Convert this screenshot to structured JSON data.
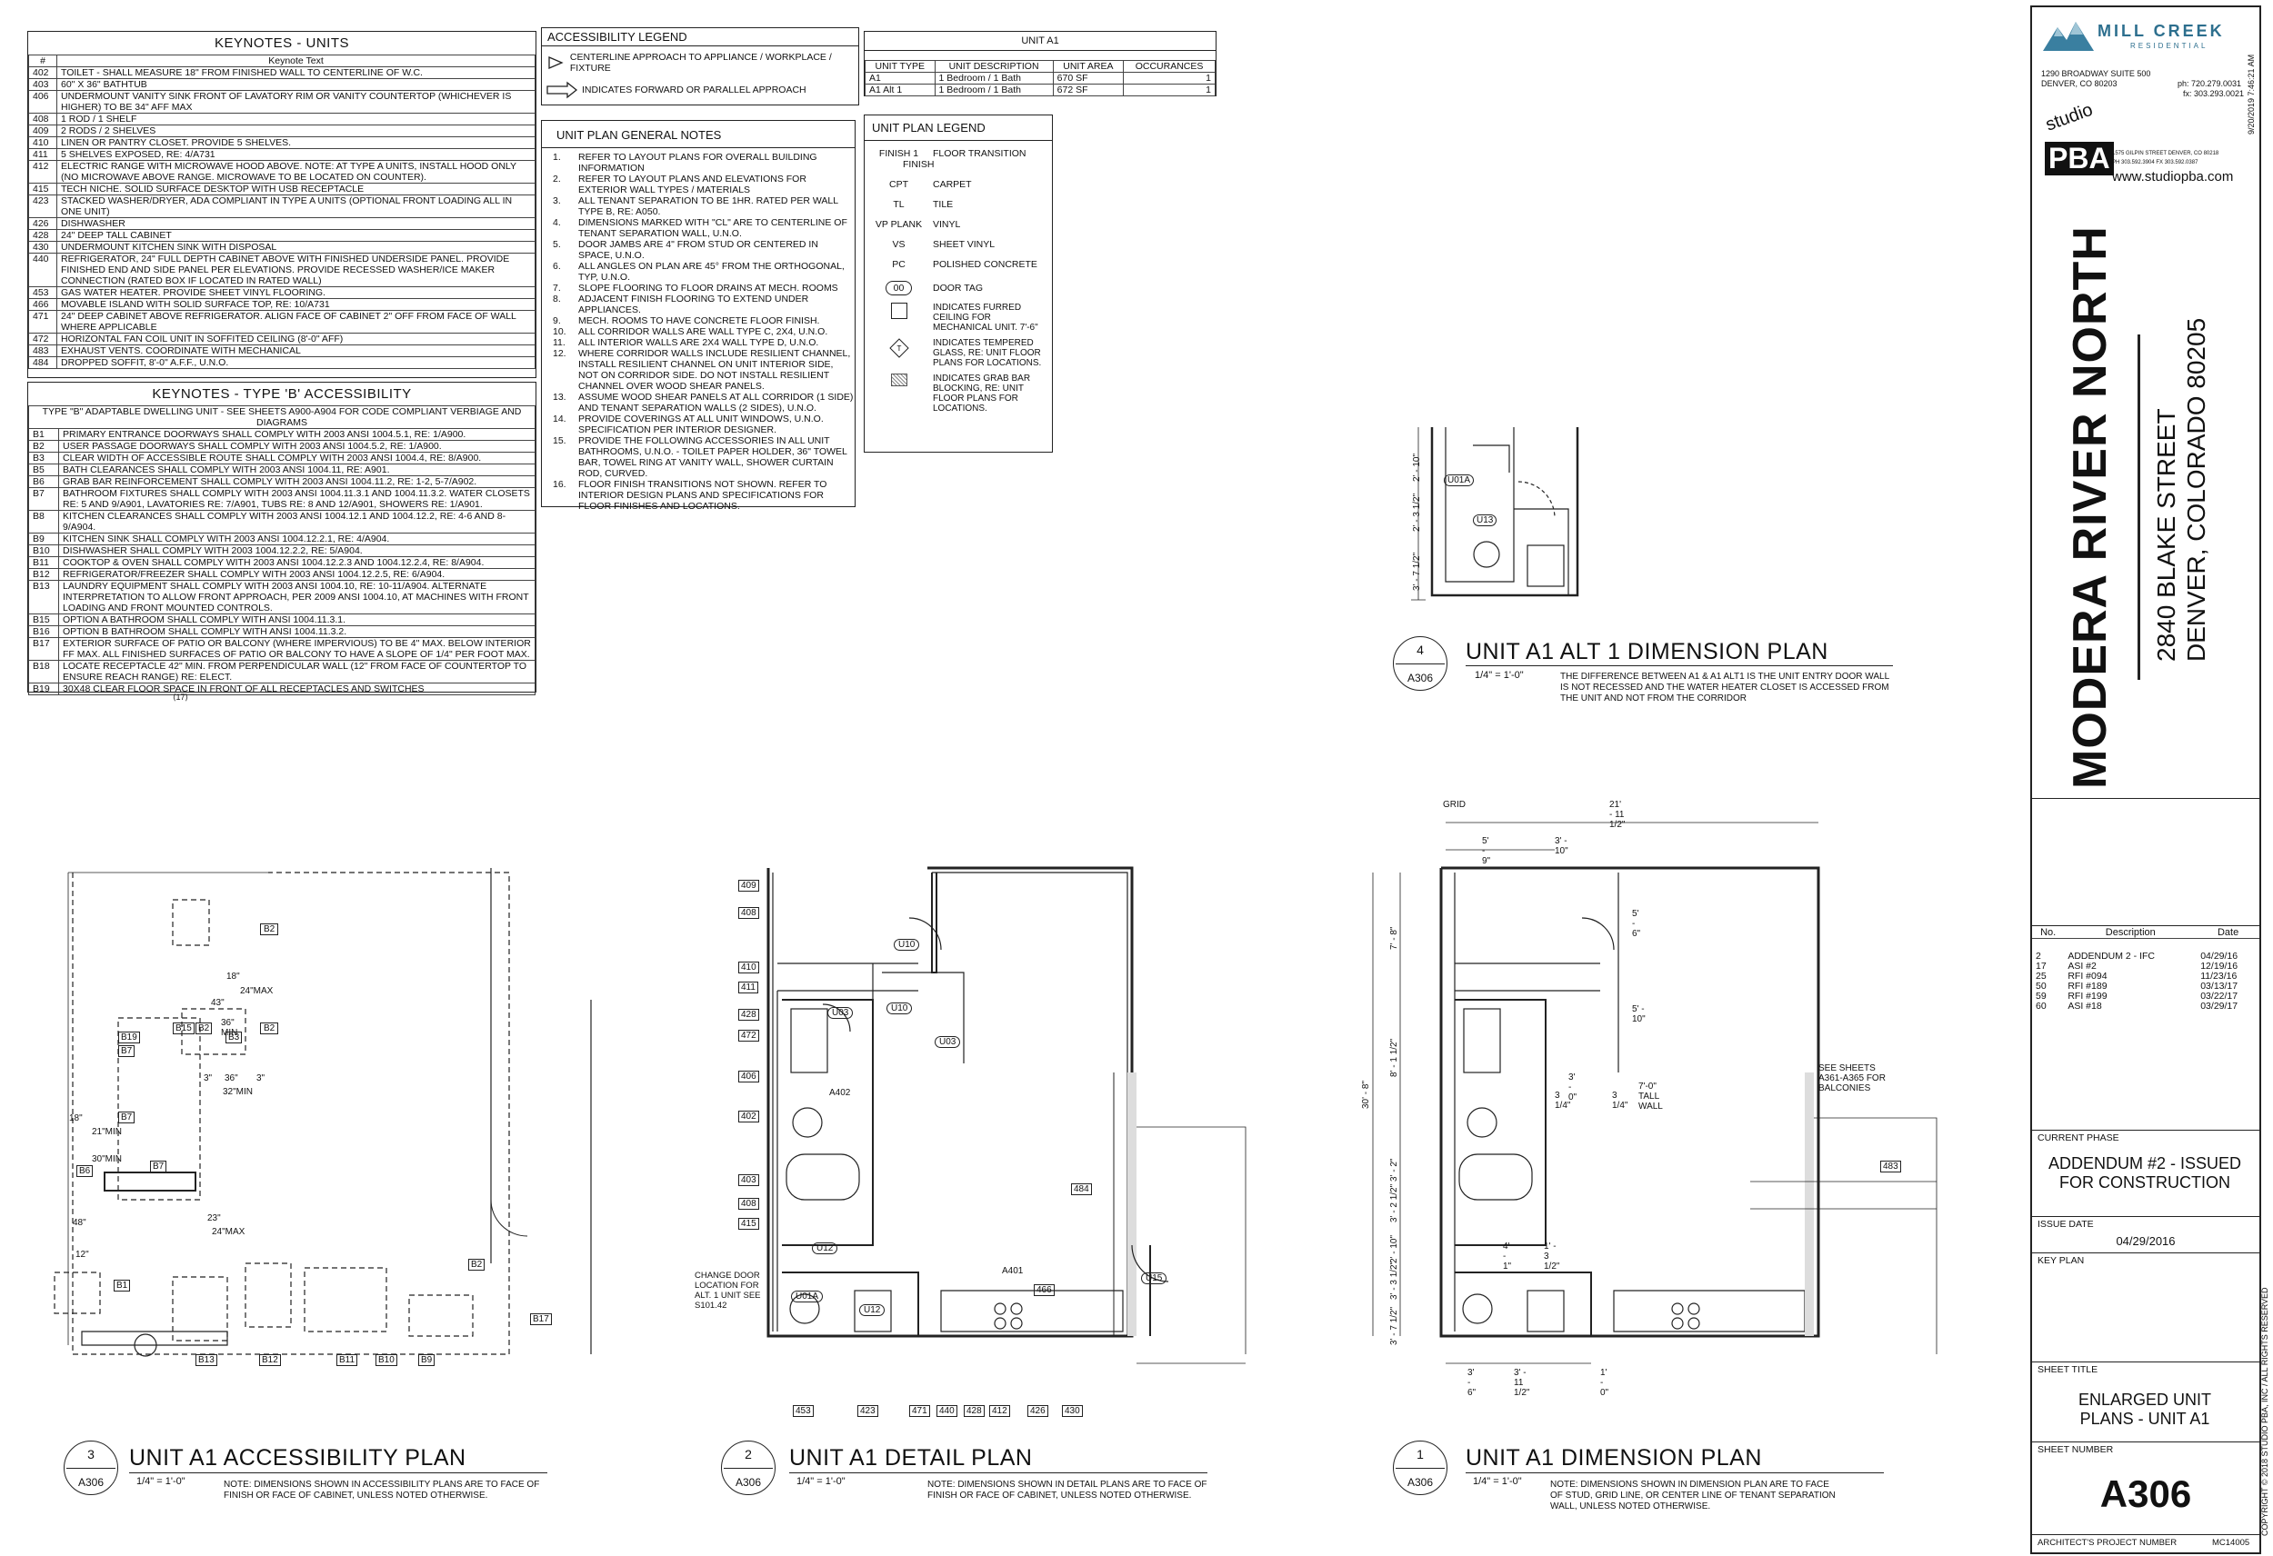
{
  "keynotes_units": {
    "title": "KEYNOTES - UNITS",
    "col_num": "#",
    "col_text": "Keynote Text",
    "rows": [
      {
        "n": "402",
        "t": "TOILET - SHALL MEASURE 18\" FROM FINISHED WALL TO CENTERLINE OF W.C."
      },
      {
        "n": "403",
        "t": "60\" X 36\" BATHTUB"
      },
      {
        "n": "406",
        "t": "UNDERMOUNT VANITY SINK FRONT OF LAVATORY RIM OR VANITY COUNTERTOP (WHICHEVER IS HIGHER) TO BE 34\" AFF MAX"
      },
      {
        "n": "408",
        "t": "1 ROD / 1 SHELF"
      },
      {
        "n": "409",
        "t": "2 RODS / 2 SHELVES"
      },
      {
        "n": "410",
        "t": "LINEN OR PANTRY CLOSET. PROVIDE 5 SHELVES."
      },
      {
        "n": "411",
        "t": "5 SHELVES EXPOSED, RE: 4/A731"
      },
      {
        "n": "412",
        "t": "ELECTRIC RANGE WITH MICROWAVE HOOD ABOVE. NOTE: AT TYPE A UNITS, INSTALL HOOD ONLY (NO MICROWAVE ABOVE RANGE. MICROWAVE TO BE LOCATED ON COUNTER)."
      },
      {
        "n": "415",
        "t": "TECH NICHE. SOLID SURFACE DESKTOP WITH USB RECEPTACLE"
      },
      {
        "n": "423",
        "t": "STACKED WASHER/DRYER, ADA COMPLIANT IN TYPE A UNITS (OPTIONAL FRONT LOADING ALL IN ONE UNIT)"
      },
      {
        "n": "426",
        "t": "DISHWASHER"
      },
      {
        "n": "428",
        "t": "24\" DEEP TALL CABINET"
      },
      {
        "n": "430",
        "t": "UNDERMOUNT KITCHEN SINK WITH DISPOSAL"
      },
      {
        "n": "440",
        "t": "REFRIGERATOR, 24\" FULL DEPTH CABINET ABOVE WITH FINISHED UNDERSIDE PANEL. PROVIDE FINISHED END AND SIDE PANEL PER ELEVATIONS. PROVIDE RECESSED WASHER/ICE MAKER CONNECTION (RATED BOX IF LOCATED IN RATED WALL)"
      },
      {
        "n": "453",
        "t": "GAS WATER HEATER. PROVIDE SHEET VINYL FLOORING."
      },
      {
        "n": "466",
        "t": "MOVABLE ISLAND WITH SOLID SURFACE TOP, RE: 10/A731"
      },
      {
        "n": "471",
        "t": "24\" DEEP CABINET ABOVE REFRIGERATOR. ALIGN FACE OF CABINET 2\" OFF FROM FACE OF WALL WHERE APPLICABLE"
      },
      {
        "n": "472",
        "t": "HORIZONTAL FAN COIL UNIT IN SOFFITED CEILING (8'-0\" AFF)"
      },
      {
        "n": "483",
        "t": "EXHAUST VENTS. COORDINATE WITH MECHANICAL"
      },
      {
        "n": "484",
        "t": "DROPPED SOFFIT, 8'-0\" A.F.F., U.N.O."
      }
    ]
  },
  "keynotes_b": {
    "title": "KEYNOTES - TYPE 'B' ACCESSIBILITY",
    "intro": "TYPE \"B\" ADAPTABLE DWELLING UNIT - SEE SHEETS A900-A904 FOR CODE COMPLIANT VERBIAGE AND DIAGRAMS",
    "rows": [
      {
        "n": "B1",
        "t": "PRIMARY ENTRANCE DOORWAYS SHALL COMPLY WITH 2003 ANSI 1004.5.1, RE: 1/A900."
      },
      {
        "n": "B2",
        "t": "USER PASSAGE DOORWAYS SHALL COMPLY WITH 2003 ANSI 1004.5.2, RE: 1/A900."
      },
      {
        "n": "B3",
        "t": "CLEAR WIDTH OF ACCESSIBLE ROUTE SHALL COMPLY WITH 2003 ANSI 1004.4, RE: 8/A900."
      },
      {
        "n": "B5",
        "t": "BATH CLEARANCES SHALL COMPLY WITH 2003 ANSI 1004.11, RE: A901."
      },
      {
        "n": "B6",
        "t": "GRAB BAR REINFORCEMENT SHALL COMPLY WITH 2003 ANSI 1004.11.2, RE: 1-2, 5-7/A902."
      },
      {
        "n": "B7",
        "t": "BATHROOM FIXTURES SHALL COMPLY WITH 2003 ANSI 1004.11.3.1 AND 1004.11.3.2. WATER CLOSETS RE: 5 AND 9/A901, LAVATORIES RE: 7/A901, TUBS RE: 8 AND 12/A901, SHOWERS RE: 1/A901."
      },
      {
        "n": "B8",
        "t": "KITCHEN CLEARANCES SHALL COMPLY WITH 2003 ANSI 1004.12.1 AND 1004.12.2, RE: 4-6 AND 8-9/A904."
      },
      {
        "n": "B9",
        "t": "KITCHEN SINK SHALL COMPLY WITH 2003 ANSI 1004.12.2.1, RE: 4/A904."
      },
      {
        "n": "B10",
        "t": "DISHWASHER SHALL COMPLY WITH 2003 1004.12.2.2, RE: 5/A904."
      },
      {
        "n": "B11",
        "t": "COOKTOP & OVEN SHALL COMPLY WITH 2003 ANSI 1004.12.2.3 AND 1004.12.2.4, RE: 8/A904."
      },
      {
        "n": "B12",
        "t": "REFRIGERATOR/FREEZER SHALL COMPLY WITH 2003 ANSI 1004.12.2.5, RE: 6/A904."
      },
      {
        "n": "B13",
        "t": "LAUNDRY EQUIPMENT SHALL COMPLY WITH 2003 ANSI 1004.10, RE: 10-11/A904. ALTERNATE INTERPRETATION TO ALLOW FRONT APPROACH, PER 2009 ANSI 1004.10, AT MACHINES WITH FRONT LOADING AND FRONT MOUNTED CONTROLS."
      },
      {
        "n": "B15",
        "t": "OPTION A BATHROOM SHALL COMPLY WITH ANSI 1004.11.3.1."
      },
      {
        "n": "B16",
        "t": "OPTION B BATHROOM SHALL COMPLY WITH ANSI 1004.11.3.2."
      },
      {
        "n": "B17",
        "t": "EXTERIOR SURFACE OF PATIO OR BALCONY (WHERE IMPERVIOUS) TO BE 4\" MAX. BELOW INTERIOR FF MAX. ALL FINISHED SURFACES OF PATIO OR BALCONY TO HAVE A SLOPE OF 1/4\" PER FOOT MAX."
      },
      {
        "n": "B18",
        "t": "LOCATE RECEPTACLE 42\" MIN. FROM PERPENDICULAR WALL (12\" FROM FACE OF COUNTERTOP TO ENSURE REACH RANGE) RE: ELECT."
      },
      {
        "n": "B19",
        "t": "30X48 CLEAR FLOOR SPACE IN FRONT OF ALL RECEPTACLES AND SWITCHES"
      }
    ]
  },
  "accessibility_legend": {
    "title": "ACCESSIBILITY LEGEND",
    "item1": "CENTERLINE APPROACH TO APPLIANCE / WORKPLACE / FIXTURE",
    "item2": "INDICATES FORWARD OR PARALLEL APPROACH"
  },
  "general_notes": {
    "title": "UNIT PLAN GENERAL NOTES",
    "items": [
      {
        "n": "1.",
        "t": "REFER TO LAYOUT PLANS FOR OVERALL BUILDING INFORMATION"
      },
      {
        "n": "2.",
        "t": "REFER TO LAYOUT PLANS AND ELEVATIONS FOR EXTERIOR WALL TYPES / MATERIALS"
      },
      {
        "n": "3.",
        "t": "ALL TENANT SEPARATION TO BE 1HR. RATED PER WALL TYPE B, RE: A050."
      },
      {
        "n": "4.",
        "t": "DIMENSIONS MARKED WITH \"CL\" ARE TO CENTERLINE OF TENANT SEPARATION WALL, U.N.O."
      },
      {
        "n": "5.",
        "t": "DOOR JAMBS ARE 4\" FROM STUD OR CENTERED IN SPACE, U.N.O."
      },
      {
        "n": "6.",
        "t": "ALL ANGLES ON PLAN ARE 45° FROM THE ORTHOGONAL, TYP, U.N.O."
      },
      {
        "n": "7.",
        "t": "SLOPE FLOORING TO FLOOR DRAINS AT MECH. ROOMS"
      },
      {
        "n": "8.",
        "t": "ADJACENT FINISH FLOORING TO EXTEND UNDER APPLIANCES."
      },
      {
        "n": "9.",
        "t": "MECH. ROOMS TO HAVE CONCRETE FLOOR FINISH."
      },
      {
        "n": "10.",
        "t": "ALL CORRIDOR WALLS ARE WALL TYPE C, 2X4, U.N.O."
      },
      {
        "n": "11.",
        "t": "ALL INTERIOR WALLS ARE 2X4 WALL TYPE D, U.N.O."
      },
      {
        "n": "12.",
        "t": "WHERE CORRIDOR WALLS INCLUDE RESILIENT CHANNEL, INSTALL RESILIENT CHANNEL ON UNIT INTERIOR SIDE, NOT ON CORRIDOR SIDE. DO NOT INSTALL RESILIENT CHANNEL OVER WOOD SHEAR PANELS."
      },
      {
        "n": "13.",
        "t": "ASSUME WOOD SHEAR PANELS AT ALL CORRIDOR (1 SIDE) AND TENANT SEPARATION WALLS (2 SIDES), U.N.O."
      },
      {
        "n": "14.",
        "t": "PROVIDE COVERINGS AT ALL UNIT WINDOWS, U.N.O. SPECIFICATION PER INTERIOR DESIGNER."
      },
      {
        "n": "15.",
        "t": "PROVIDE THE FOLLOWING ACCESSORIES IN ALL UNIT BATHROOMS, U.N.O. - TOILET PAPER HOLDER, 36\" TOWEL BAR, TOWEL RING AT VANITY WALL, SHOWER CURTAIN ROD, CURVED."
      },
      {
        "n": "16.",
        "t": "FLOOR FINISH TRANSITIONS NOT SHOWN. REFER TO INTERIOR DESIGN PLANS AND SPECIFICATIONS FOR FLOOR FINISHES AND LOCATIONS."
      }
    ]
  },
  "unit_table": {
    "title": "UNIT A1",
    "headers": [
      "UNIT TYPE",
      "UNIT DESCRIPTION",
      "UNIT AREA",
      "OCCURANCES"
    ],
    "rows": [
      [
        "A1",
        "1 Bedroom / 1 Bath",
        "670 SF",
        "1"
      ],
      [
        "A1 Alt 1",
        "1 Bedroom / 1 Bath",
        "672 SF",
        "1"
      ]
    ]
  },
  "plan_legend": {
    "title": "UNIT PLAN LEGEND",
    "h1": "FINISH 1",
    "h2": "FLOOR TRANSITION",
    "h3": "FINISH",
    "items": [
      {
        "c": "CPT",
        "t": "CARPET"
      },
      {
        "c": "TL",
        "t": "TILE"
      },
      {
        "c": "VP PLANK",
        "t": "VINYL"
      },
      {
        "c": "VS",
        "t": "SHEET VINYL"
      },
      {
        "c": "PC",
        "t": "POLISHED CONCRETE"
      }
    ],
    "door_tag_code": "00",
    "door_tag": "DOOR TAG",
    "furred": "INDICATES FURRED CEILING FOR MECHANICAL UNIT. 7'-6\"",
    "glass": "INDICATES TEMPERED GLASS, RE: UNIT FLOOR PLANS FOR LOCATIONS.",
    "grab": "INDICATES GRAB BAR BLOCKING, RE: UNIT FLOOR PLANS FOR LOCATIONS."
  },
  "plans": {
    "p4": {
      "num": "4",
      "ref": "A306",
      "title": "UNIT A1 ALT 1 DIMENSION PLAN",
      "scale": "1/4\" = 1'-0\"",
      "note": "THE DIFFERENCE BETWEEN A1 & A1 ALT1 IS THE UNIT ENTRY DOOR WALL IS NOT RECESSED AND THE WATER HEATER CLOSET IS ACCESSED FROM THE UNIT AND NOT FROM THE CORRIDOR"
    },
    "p3": {
      "num": "3",
      "ref": "A306",
      "title": "UNIT A1 ACCESSIBILITY PLAN",
      "scale": "1/4\" = 1'-0\"",
      "note": "NOTE: DIMENSIONS SHOWN IN ACCESSIBILITY PLANS ARE TO FACE OF FINISH OR FACE OF CABINET, UNLESS NOTED OTHERWISE."
    },
    "p2": {
      "num": "2",
      "ref": "A306",
      "title": "UNIT A1 DETAIL PLAN",
      "scale": "1/4\" = 1'-0\"",
      "note": "NOTE: DIMENSIONS SHOWN IN DETAIL PLANS ARE TO FACE OF FINISH OR FACE OF CABINET, UNLESS NOTED OTHERWISE."
    },
    "p1": {
      "num": "1",
      "ref": "A306",
      "title": "UNIT A1 DIMENSION PLAN",
      "scale": "1/4\" = 1'-0\"",
      "note": "NOTE: DIMENSIONS SHOWN IN DIMENSION PLAN ARE TO FACE OF STUD, GRID LINE, OR CENTER LINE OF TENANT SEPARATION WALL, UNLESS NOTED OTHERWISE."
    }
  },
  "plan_labels": {
    "p3": [
      "B2",
      "B15",
      "B2",
      "B3",
      "B2",
      "B19",
      "B7",
      "B7",
      "B7",
      "B6",
      "B1",
      "B2",
      "B17",
      "B13",
      "B12",
      "B11",
      "B10",
      "B9",
      "43\"",
      "36\" MIN",
      "32\"MIN",
      "3\"",
      "36\"",
      "3\"",
      "18\"",
      "24\"MAX",
      "23\"",
      "24\"MAX",
      "18\"",
      "12\"",
      "48\"",
      "21\"MIN",
      "30\"MIN"
    ],
    "p2": [
      "409",
      "408",
      "410",
      "411",
      "428",
      "472",
      "406",
      "402",
      "403",
      "408",
      "415",
      "U10",
      "U10",
      "U03",
      "U03",
      "U12",
      "U12",
      "U01A",
      "U15",
      "484",
      "466",
      "453",
      "423",
      "471",
      "440",
      "428",
      "412",
      "426",
      "430",
      "A402",
      "A401",
      "CHANGE DOOR LOCATION FOR ALT. 1 UNIT SEE S101.42"
    ],
    "p1": [
      "GRID",
      "21' - 11 1/2\"",
      "5' - 9\"",
      "3' - 10\"",
      "5' - 6\"",
      "5' - 10\"",
      "7'-0\" TALL WALL",
      "SEE SHEETS A361-A365 FOR BALCONIES",
      "483",
      "3' - 0\"",
      "3 1/4\"",
      "3 1/4\"",
      "4' - 1\"",
      "1' - 3 1/2\"",
      "3' - 6\"",
      "3' - 11 1/2\"",
      "1' - 0\"",
      "30' - 8\"",
      "7' - 8\"",
      "8' - 1 1/2\"",
      "3' - 2\"",
      "3' - 2 1/2\"",
      "2' - 10\"",
      "3' - 3 1/2\"",
      "3' - 7 1/2\""
    ],
    "p4": [
      "U01A",
      "U13",
      "2' - 10\"",
      "2' - 3 1/2\"",
      "3' - 7 1/2\""
    ]
  },
  "title_block": {
    "logo_name": "MILL CREEK",
    "logo_sub": "RESIDENTIAL",
    "address1": "1290 BROADWAY SUITE 500",
    "address2": "DENVER, CO 80203",
    "phone": "ph: 720.279.0031",
    "fax": "fx: 303.293.0021",
    "studio_word": "studio",
    "pba": "PBA",
    "studio_web": "www.studiopba.com",
    "studio_addr": "1575 GILPIN STREET DENVER, CO 80218",
    "studio_ph": "PH 303.592.3904  FX 303.592.0387",
    "project": "MODERA RIVER NORTH",
    "street": "2840 BLAKE STREET",
    "city": "DENVER, COLORADO 80205",
    "timestamp": "9/20/2019 7:46:21 AM",
    "rev_headers": [
      "No.",
      "Description",
      "Date"
    ],
    "revisions": [
      [
        "2",
        "ADDENDUM 2 - IFC",
        "04/29/16"
      ],
      [
        "17",
        "ASI #2",
        "12/19/16"
      ],
      [
        "25",
        "RFI #094",
        "11/23/16"
      ],
      [
        "50",
        "RFI #189",
        "03/13/17"
      ],
      [
        "59",
        "RFI #199",
        "03/22/17"
      ],
      [
        "60",
        "ASI #18",
        "03/29/17"
      ]
    ],
    "current_phase_label": "CURRENT PHASE",
    "current_phase": "ADDENDUM #2 - ISSUED FOR CONSTRUCTION",
    "issue_date_label": "ISSUE DATE",
    "issue_date": "04/29/2016",
    "key_plan_label": "KEY PLAN",
    "sheet_title_label": "SHEET TITLE",
    "sheet_title": "ENLARGED UNIT PLANS - UNIT A1",
    "sheet_number_label": "SHEET NUMBER",
    "sheet_number": "A306",
    "project_number_label": "ARCHITECT'S PROJECT NUMBER",
    "project_number": "MC14005",
    "copyright": "COPYRIGHT © 2018 STUDIO PBA, INC / ALL RIGHTS RESERVED"
  }
}
